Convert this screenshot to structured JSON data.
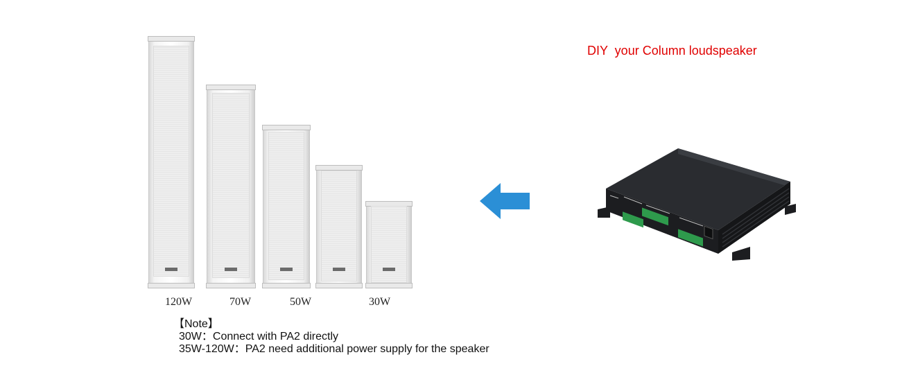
{
  "title": "DIY  your Column loudspeaker",
  "speakers": [
    {
      "label": "120W"
    },
    {
      "label": "70W"
    },
    {
      "label": "50W"
    },
    {
      "label": "30W"
    }
  ],
  "note": {
    "heading": "【Note】",
    "line1": "30W：Connect with PA2 directly",
    "line2": "35W-120W：PA2 need additional power supply for the speaker"
  },
  "colors": {
    "title": "#e00000",
    "arrow": "#2b8fd6",
    "device": "#1f2124",
    "terminal": "#2e9a4c"
  },
  "icons": {
    "arrow": "left-arrow-icon"
  }
}
